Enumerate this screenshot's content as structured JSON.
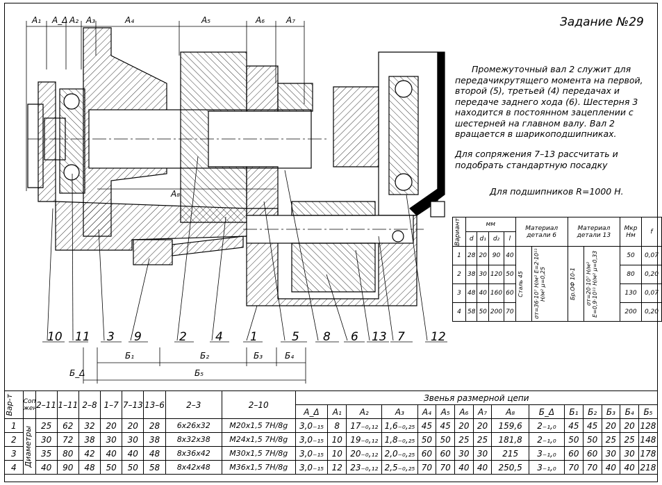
{
  "title": "Задание №29",
  "description": "Промежуточный вал 2 служит для передачикрутящего момента на первой, второй (5), третьей (4) передачах и передаче заднего хода (6). Шестерня 3 находится в постоянном зацеплении с шестерней на главном валу. Вал 2 вращается в шарикоподшипниках.",
  "task": "Для сопряжения 7–13 рассчитать и подобрать стандартную посадку",
  "bearing_note": "Для подшипников R=1000 Н.",
  "dims_top": [
    "A₁",
    "A_Δ",
    "A₂",
    "A₃",
    "A₄",
    "A₅",
    "A₆",
    "A₇"
  ],
  "dim_a8": "A₈",
  "dims_bottom": [
    "Б₁",
    "Б₂",
    "Б₃",
    "Б₄",
    "Б_Δ",
    "Б₅"
  ],
  "leaders": [
    "10",
    "11",
    "3",
    "9",
    "2",
    "4",
    "1",
    "5",
    "8",
    "6",
    "13",
    "7",
    "12"
  ],
  "variant_table": {
    "h_variant": "Вариант",
    "h_mm": "мм",
    "h_mat6": "Материал детали 6",
    "h_mat13": "Материал детали 13",
    "h_m": "Мкр Нм",
    "h_f": "f",
    "sub": [
      "d",
      "d₁",
      "d₂",
      "l"
    ],
    "mat6": "Сталь 45",
    "mat6_props": "σт=36·10⁷ Н/м²   E=2·10¹¹ Н/м²   μ=0,25",
    "mat13": "Бр.ОФ 10-1",
    "mat13_props": "σт=20·10⁷ Н/м²   E=0,9·10¹¹ Н/м²   μ=0,33",
    "rows": [
      [
        "1",
        "28",
        "20",
        "90",
        "40",
        "50",
        "0,07"
      ],
      [
        "2",
        "38",
        "30",
        "120",
        "50",
        "80",
        "0,20"
      ],
      [
        "3",
        "48",
        "40",
        "160",
        "60",
        "130",
        "0,07"
      ],
      [
        "4",
        "58",
        "50",
        "200",
        "70",
        "200",
        "0,20"
      ]
    ]
  },
  "bottom_table": {
    "h_var": "Вар-т",
    "h_fit": "Сопря-жения",
    "h_diam": "Диаметры",
    "h_chain": "Звенья размерной цепи",
    "fit_headers": [
      "2–11",
      "1–11",
      "2–8",
      "1–7",
      "7–13",
      "13–6",
      "2–3",
      "2–10"
    ],
    "chain_headers": [
      "A_Δ",
      "A₁",
      "A₂",
      "A₃",
      "A₄",
      "A₅",
      "A₆",
      "A₇",
      "A₈",
      "Б_Δ",
      "Б₁",
      "Б₂",
      "Б₃",
      "Б₄",
      "Б₅"
    ],
    "rows": [
      {
        "v": "1",
        "fits": [
          "25",
          "62",
          "32",
          "20",
          "20",
          "28",
          "6x26x32",
          "M20x1,5 7H/8g"
        ],
        "chain": [
          "3,0₋₁₅",
          "8",
          "17₋₀,₁₂",
          "1,6₋₀,₂₅",
          "45",
          "45",
          "20",
          "20",
          "159,6",
          "2₋₁,₀",
          "45",
          "45",
          "20",
          "20",
          "128"
        ]
      },
      {
        "v": "2",
        "fits": [
          "30",
          "72",
          "38",
          "30",
          "30",
          "38",
          "8x32x38",
          "M24x1,5 7H/8g"
        ],
        "chain": [
          "3,0₋₁₅",
          "10",
          "19₋₀,₁₂",
          "1,8₋₀,₂₅",
          "50",
          "50",
          "25",
          "25",
          "181,8",
          "2₋₁,₀",
          "50",
          "50",
          "25",
          "25",
          "148"
        ]
      },
      {
        "v": "3",
        "fits": [
          "35",
          "80",
          "42",
          "40",
          "40",
          "48",
          "8x36x42",
          "M30x1,5 7H/8g"
        ],
        "chain": [
          "3,0₋₁₅",
          "10",
          "20₋₀,₁₂",
          "2,0₋₀,₂₅",
          "60",
          "60",
          "30",
          "30",
          "215",
          "3₋₁,₀",
          "60",
          "60",
          "30",
          "30",
          "178"
        ]
      },
      {
        "v": "4",
        "fits": [
          "40",
          "90",
          "48",
          "50",
          "50",
          "58",
          "8x42x48",
          "M36x1,5 7H/8g"
        ],
        "chain": [
          "3,0₋₁₅",
          "12",
          "23₋₀,₁₂",
          "2,5₋₀,₂₅",
          "70",
          "70",
          "40",
          "40",
          "250,5",
          "3₋₁,₀",
          "70",
          "70",
          "40",
          "40",
          "218"
        ]
      }
    ]
  }
}
